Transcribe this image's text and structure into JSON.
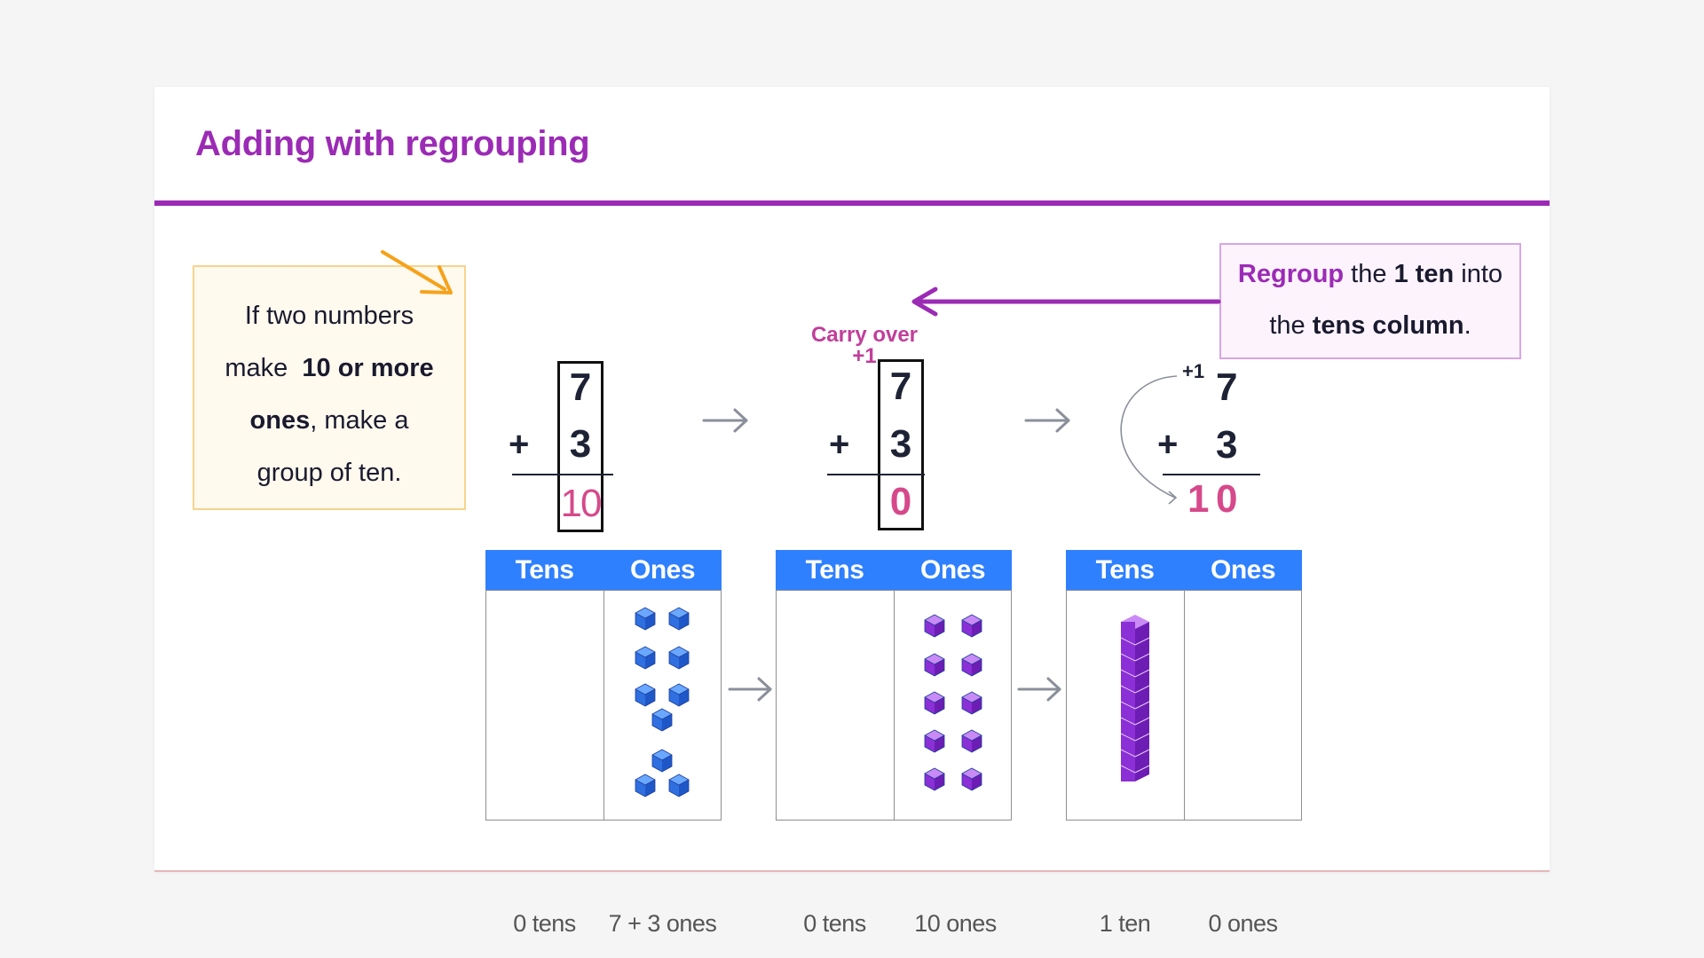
{
  "slide": {
    "title": "Adding with regrouping"
  },
  "note": {
    "line1": "If two numbers",
    "line2_prefix": "make",
    "line2_bold": "10 or more",
    "line3_bold": "ones",
    "line3_suffix": ", make a",
    "line4": "group of ten."
  },
  "regroup_note": {
    "highlight": "Regroup",
    "text1": " the ",
    "bold1": "1 ten",
    "text2": " into",
    "text3": "the ",
    "bold2": "tens column",
    "text4": "."
  },
  "step1": {
    "top": "7",
    "plus": "+",
    "bottom": "3",
    "result": "10"
  },
  "step2": {
    "carry_line1": "Carry over",
    "carry_line2": "+1",
    "top": "7",
    "plus": "+",
    "bottom": "3",
    "result": "0"
  },
  "step3": {
    "carry": "+1",
    "top": "7",
    "plus": "+",
    "bottom": "3",
    "result_tens": "1",
    "result_ones": "0"
  },
  "tables": [
    {
      "headers": [
        "Tens",
        "Ones"
      ],
      "captions": [
        "0 tens",
        "7 + 3 ones"
      ],
      "cube_color": "#2f80ff"
    },
    {
      "headers": [
        "Tens",
        "Ones"
      ],
      "captions": [
        "0 tens",
        "10 ones"
      ],
      "cube_color": "#9c3fe0"
    },
    {
      "headers": [
        "Tens",
        "Ones"
      ],
      "captions": [
        "1 ten",
        "0 ones"
      ],
      "cube_color": "#9c3fe0"
    }
  ],
  "colors": {
    "title": "#9b2bb5",
    "accent_orange": "#f5a21b",
    "accent_purple": "#9b2bb5",
    "result_pink": "#d6498b",
    "table_header": "#2f80ff",
    "arrow_gray": "#8a8f9a"
  },
  "icons": {
    "pointer_arrow": "arrow-icon",
    "step_arrow": "right-arrow-icon",
    "carry_curve": "curved-arrow-icon",
    "unit_cube": "cube-icon",
    "ten_rod": "ten-rod-icon"
  }
}
